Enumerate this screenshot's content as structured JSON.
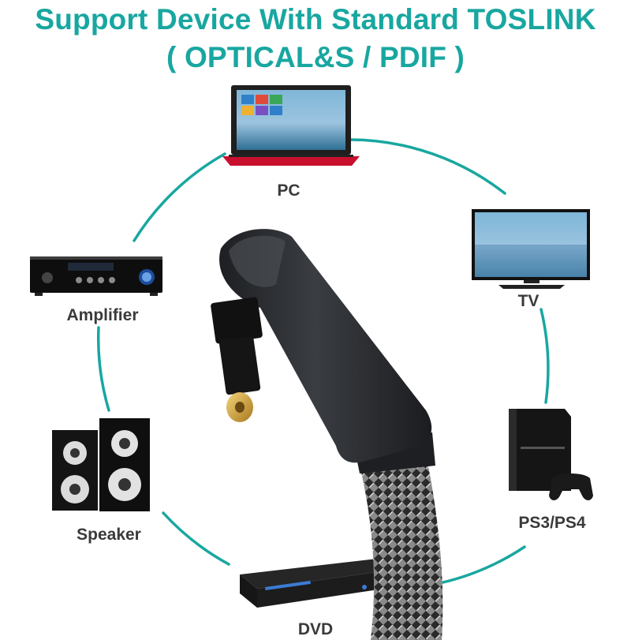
{
  "header": {
    "line1": "Support Device With Standard TOSLINK",
    "line2": "( OPTICAL&S / PDIF )"
  },
  "devices": {
    "pc": "PC",
    "tv": "TV",
    "amplifier": "Amplifier",
    "ps": "PS3/PS4",
    "speaker": "Speaker",
    "dvd": "DVD"
  },
  "colors": {
    "accent": "#18a7a0",
    "label": "#3a3a3a",
    "cable_housing": "#2b2d30",
    "connector_tip": "#c9a23a"
  },
  "icons": {
    "pc": "laptop-icon",
    "tv": "tv-icon",
    "amplifier": "amplifier-icon",
    "ps": "game-console-icon",
    "speaker": "speaker-icon",
    "dvd": "dvd-player-icon",
    "center": "optical-cable-connector-icon"
  }
}
